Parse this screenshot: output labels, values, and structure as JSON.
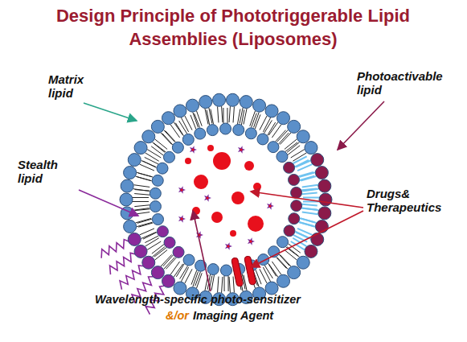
{
  "diagram": {
    "title": "Design Principle of Phototriggerable Lipid Assemblies (Liposomes)",
    "labels": [
      "Matrix lipid",
      "Photoactivable lipid",
      "Stealth lipid",
      "Drugs& Therapeutics",
      "Wavelength-specific photo-sensitizer",
      "&/or",
      "Imaging Agent"
    ]
  }
}
